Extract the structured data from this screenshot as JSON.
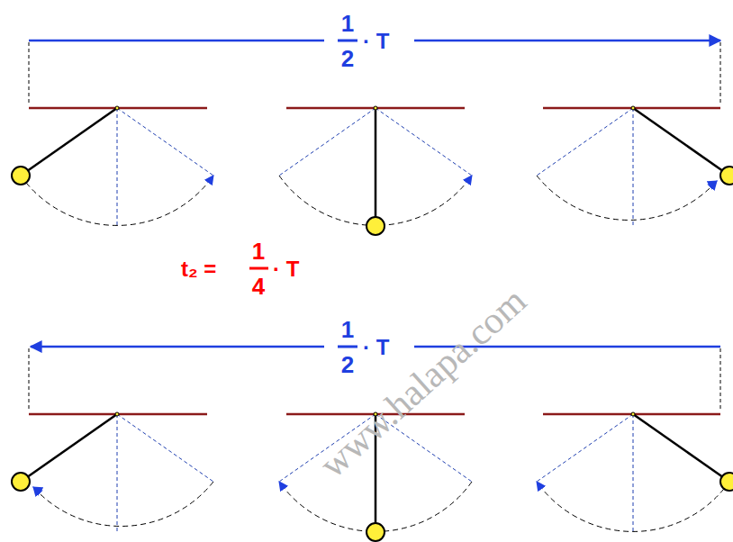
{
  "diagram": {
    "labels": [
      "1",
      "2",
      "· T",
      "t₂ =",
      "1",
      "4",
      "· T",
      "1",
      "2",
      "· T",
      "www.halapa.com"
    ]
  }
}
